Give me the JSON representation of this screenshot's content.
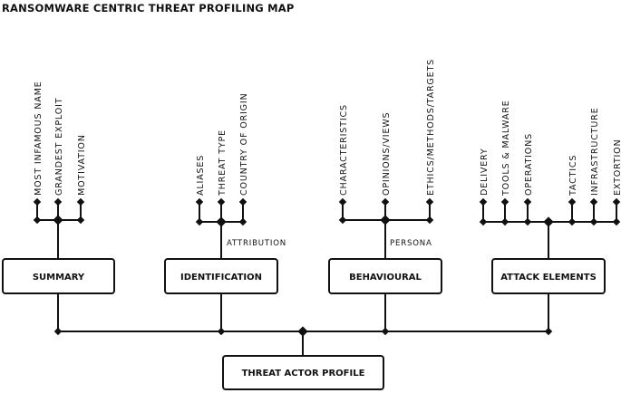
{
  "title": "RANSOMWARE CENTRIC THREAT PROFILING MAP",
  "root": {
    "label": "THREAT ACTOR PROFILE"
  },
  "categories": [
    {
      "label": "SUMMARY",
      "tag": "",
      "leaves": [
        "MOST INFAMOUS NAME",
        "GRANDEST EXPLOIT",
        "MOTIVATION"
      ]
    },
    {
      "label": "IDENTIFICATION",
      "tag": "ATTRIBUTION",
      "leaves": [
        "ALIASES",
        "THREAT TYPE",
        "COUNTRY OF ORIGIN"
      ]
    },
    {
      "label": "BEHAVIOURAL",
      "tag": "PERSONA",
      "leaves": [
        "CHARACTERISTICS",
        "OPINIONS/VIEWS",
        "ETHICS/METHODS/TARGETS"
      ]
    },
    {
      "label": "ATTACK ELEMENTS",
      "tag": "",
      "leaves": [
        "DELIVERY",
        "TOOLS & MALWARE",
        "OPERATIONS",
        "TACTICS",
        "INFRASTRUCTURE",
        "EXTORTION"
      ]
    }
  ]
}
